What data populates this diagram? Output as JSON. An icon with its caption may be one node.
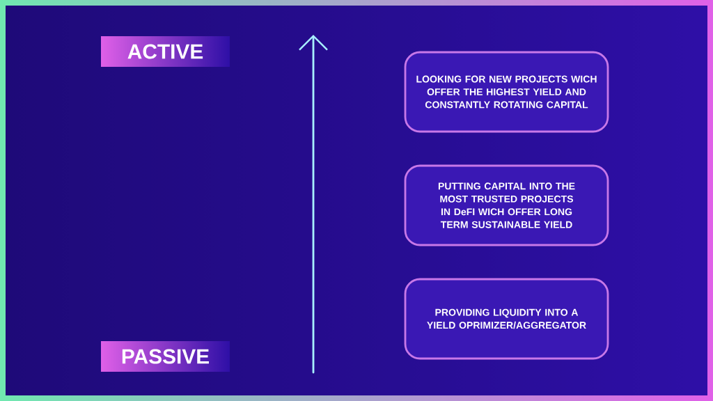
{
  "diagram": {
    "nodes": [
      {
        "text": [
          "ACTIVE"
        ]
      },
      {
        "text": [
          "PASSIVE"
        ]
      },
      {
        "text": [
          "LOOKING FOR NEW PROJECTS WICH OFFER THE HIGHEST YIELD AND CONSTANTLY ROTATING CAPITAL"
        ]
      },
      {
        "text": [
          "PUTTING CAPITAL INTO THE MOST TRUSTED PROJECTS IN DeFI WICH OFFER LONG TERM SUSTAINABLE YIELD"
        ]
      },
      {
        "text": [
          "PROVIDING LIQUIDITY INTO A YIELD OPRIMIZER/AGGREGATOR"
        ]
      }
    ],
    "edges": []
  }
}
